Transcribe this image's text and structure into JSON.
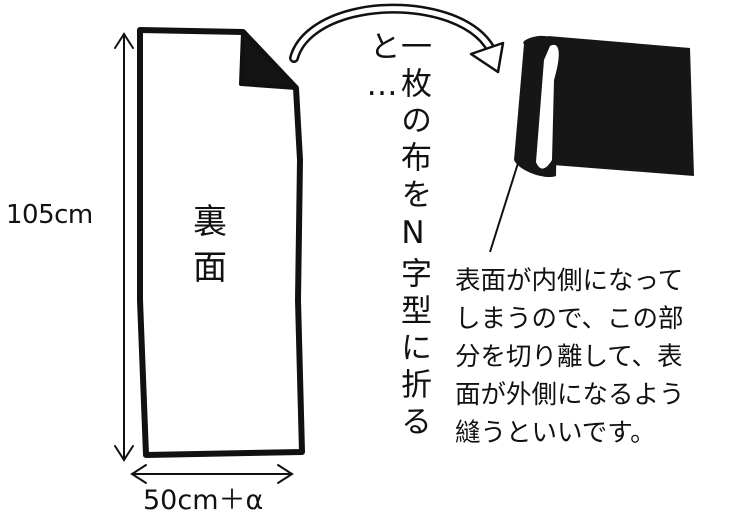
{
  "figure": {
    "height_label": "105cm",
    "width_label": "50cm＋α",
    "back_side_label": [
      "裏",
      "面"
    ],
    "fold_caption": "一枚の布をN字型に折ると…",
    "note_lines": [
      "表面が内側になって",
      "しまうので、この部",
      "分を切り離して、表",
      "面が外側になるよう",
      "縫うといいです。"
    ]
  },
  "colors": {
    "ink": "#111111",
    "fabric_dark": "#161616",
    "paper": "#ffffff"
  }
}
